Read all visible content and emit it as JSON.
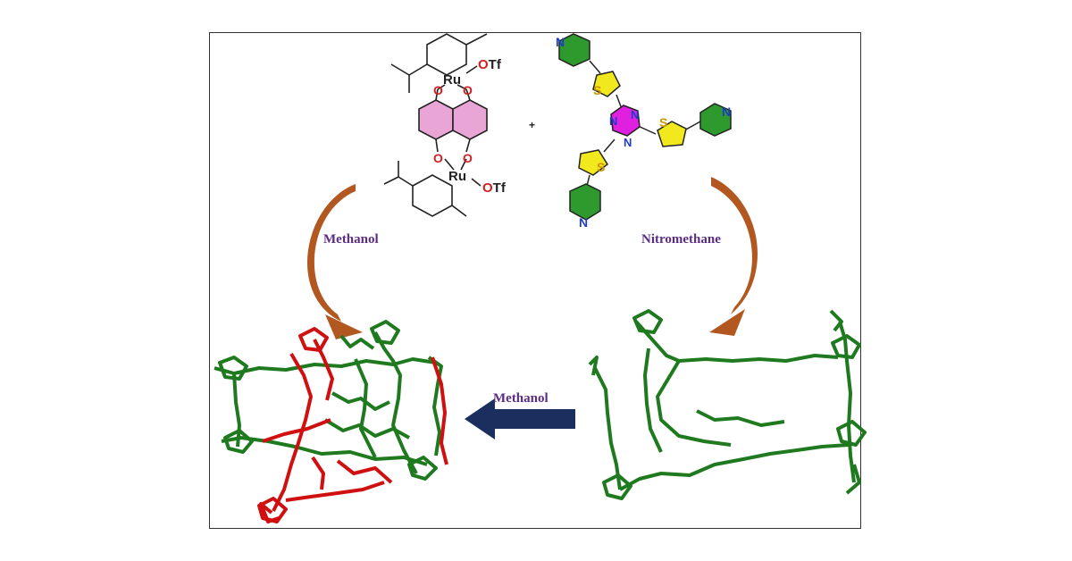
{
  "labels": {
    "left_arrow": "Methanol",
    "right_arrow": "Nitromethane",
    "bottom_arrow": "Methanol",
    "plus": "+"
  },
  "atoms": {
    "ru": "Ru",
    "otf": "OTf",
    "o": "O",
    "n": "N",
    "s": "S"
  },
  "colors": {
    "label": "#5b2c83",
    "curved_arrow": "#b2571f",
    "straight_arrow": "#1a2f5e",
    "cage_green": "#1f7a1f",
    "cage_red": "#d01010",
    "oxygen": "#d32020",
    "nitrogen": "#1e3cc8",
    "sulfur": "#c89600",
    "naphthalene_fill": "#e9a5d6",
    "pyridine_fill": "#2e9a2e",
    "thiophene_fill": "#f2e81e",
    "triazine_fill": "#e020e0"
  }
}
